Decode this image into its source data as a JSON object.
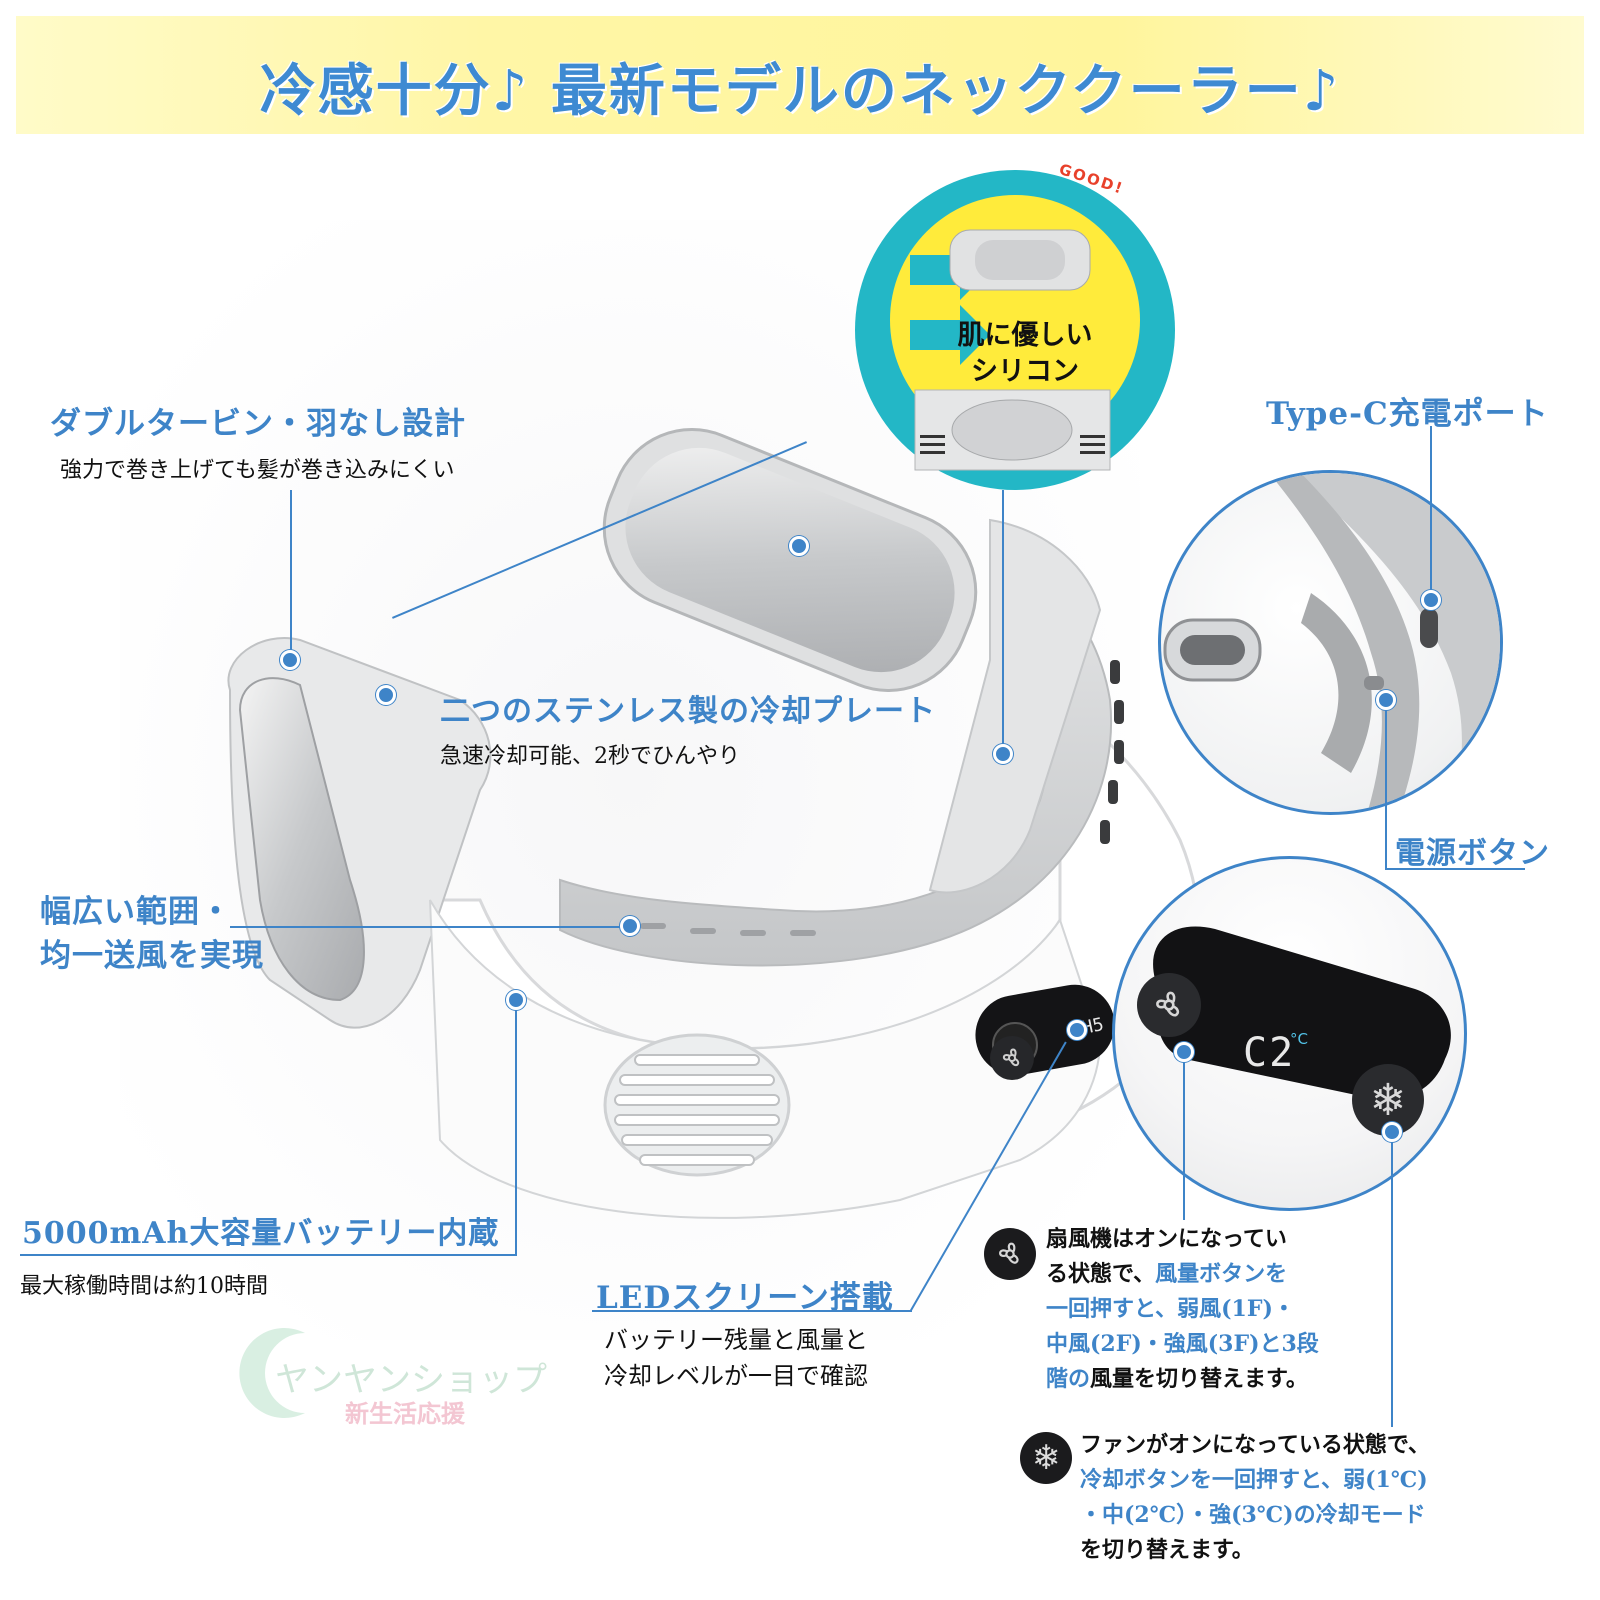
{
  "banner": {
    "title": "冷感十分♪ 最新モデルのネッククーラー♪"
  },
  "badge": {
    "good": "GOOD!",
    "line1": "肌に優しい",
    "line2": "シリコン"
  },
  "callouts": {
    "turbine_title": "ダブルタービン・羽なし設計",
    "turbine_sub": "強力で巻き上げても髪が巻き込みにくい",
    "plate_title": "二つのステンレス製の冷却プレート",
    "plate_sub": "急速冷却可能、2秒でひんやり",
    "airflow_line1": "幅広い範囲・",
    "airflow_line2": "均一送風を実現",
    "battery_title": "5000mAh大容量バッテリー内蔵",
    "battery_sub": "最大稼働時間は約10時間",
    "led_title": "LEDスクリーン搭載",
    "led_sub1": "バッテリー残量と風量と",
    "led_sub2": "冷却レベルが一目で確認",
    "typec": "Type-C充電ポート",
    "power": "電源ボタン"
  },
  "display": {
    "small_reading": "H5",
    "temp_reading": "C2",
    "unit": "°C"
  },
  "fan_note": {
    "l1": "扇風機はオンになってい",
    "l2a": "る状態で、",
    "l2b": "風量ボタンを",
    "l3a": "一回押すと、",
    "l3b": "弱風(1F)・",
    "l4a": "中風(2F)・強風(3F)と3段",
    "l5a": "階の",
    "l5b": "風量を切り替えます。"
  },
  "cool_note": {
    "l1": "ファンがオンになっている状態で、",
    "l2": "冷却ボタンを一回押すと、弱(1℃)",
    "l3a": "・中(2℃）・強(3℃)",
    "l3b": "の冷却モード",
    "l4": "を切り替えます。"
  },
  "watermark": {
    "shop": "ヤンヤンショップ",
    "tagline": "新生活応援"
  },
  "colors": {
    "accent": "#3e84c8",
    "banner": "#fff59c",
    "teal": "#23b7c6",
    "yellow": "#ffe94a"
  },
  "icons": [
    "fan-icon",
    "snowflake-icon",
    "usb-c-connector-icon"
  ]
}
